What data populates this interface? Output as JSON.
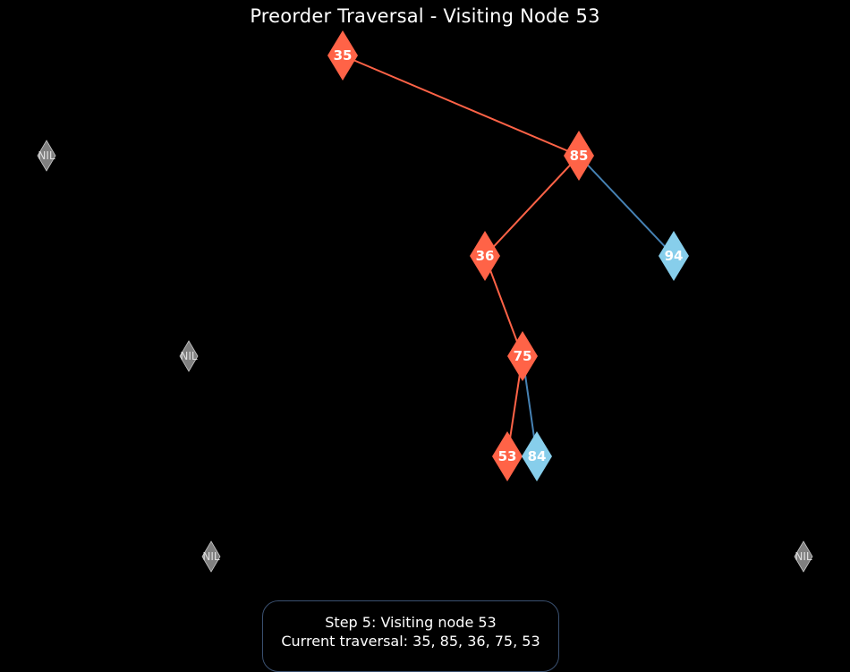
{
  "title": "Preorder Traversal - Visiting Node 53",
  "colors": {
    "background": "#000000",
    "visited": "#ff6347",
    "unvisited": "#87ceeb",
    "nil": "#808080",
    "edge_visited": "#ff6347",
    "edge_unvisited": "#4682b4",
    "label_text": "#ffffff"
  },
  "tree": {
    "traversal": "preorder",
    "current_node": "53",
    "nodes": [
      {
        "id": "n35",
        "label": "35",
        "state": "visited"
      },
      {
        "id": "n85",
        "label": "85",
        "state": "visited"
      },
      {
        "id": "n36",
        "label": "36",
        "state": "visited"
      },
      {
        "id": "n94",
        "label": "94",
        "state": "unvisited"
      },
      {
        "id": "n75",
        "label": "75",
        "state": "visited"
      },
      {
        "id": "n53",
        "label": "53",
        "state": "current"
      },
      {
        "id": "n84",
        "label": "84",
        "state": "unvisited"
      },
      {
        "id": "nil1",
        "label": "NIL",
        "state": "nil"
      },
      {
        "id": "nil2",
        "label": "NIL",
        "state": "nil"
      },
      {
        "id": "nil3",
        "label": "NIL",
        "state": "nil"
      },
      {
        "id": "nil4",
        "label": "NIL",
        "state": "nil"
      }
    ],
    "edges": [
      {
        "from": "n35",
        "to": "n85",
        "state": "visited"
      },
      {
        "from": "n85",
        "to": "n36",
        "state": "visited"
      },
      {
        "from": "n85",
        "to": "n94",
        "state": "unvisited"
      },
      {
        "from": "n36",
        "to": "n75",
        "state": "visited"
      },
      {
        "from": "n75",
        "to": "n53",
        "state": "visited"
      },
      {
        "from": "n75",
        "to": "n84",
        "state": "unvisited"
      }
    ]
  },
  "status": {
    "step_line": "Step 5: Visiting node 53",
    "traversal_line": "Current traversal: 35, 85, 36, 75, 53"
  }
}
